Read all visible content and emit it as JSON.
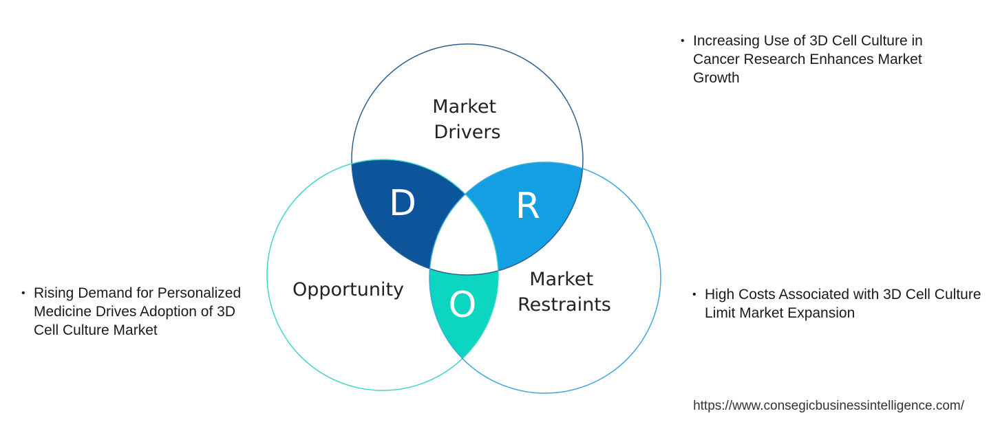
{
  "diagram": {
    "circles": [
      {
        "id": "drivers",
        "label_lines": [
          "Market",
          "Drivers"
        ],
        "stroke": "#2a5f8f"
      },
      {
        "id": "opportunity",
        "label_lines": [
          "Opportunity"
        ],
        "stroke": "#40d6c9"
      },
      {
        "id": "restraints",
        "label_lines": [
          "Market",
          "Restraints"
        ],
        "stroke": "#3ba7dd"
      }
    ],
    "overlaps": [
      {
        "id": "D",
        "letter": "D",
        "between": [
          "drivers",
          "opportunity"
        ],
        "fill": "#0c559b"
      },
      {
        "id": "R",
        "letter": "R",
        "between": [
          "drivers",
          "restraints"
        ],
        "fill": "#159fe3"
      },
      {
        "id": "O",
        "letter": "O",
        "between": [
          "opportunity",
          "restraints"
        ],
        "fill": "#0dd6c0"
      }
    ]
  },
  "bullets": {
    "drivers": "Increasing Use of 3D Cell Culture in Cancer Research Enhances Market Growth",
    "opportunity": "Rising Demand for Personalized Medicine Drives Adoption of 3D Cell Culture Market",
    "restraints": "High Costs Associated with 3D Cell Culture Limit Market Expansion"
  },
  "bullet_symbol": "•",
  "source_url": "https://www.consegicbusinessintelligence.com/"
}
